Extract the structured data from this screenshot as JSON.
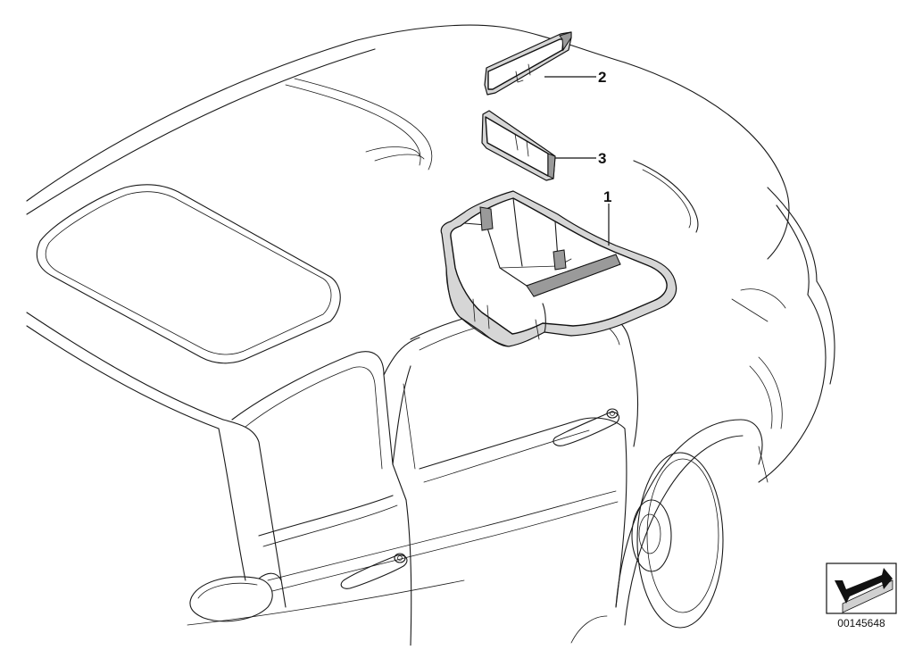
{
  "callouts": [
    {
      "id": "1",
      "label": "1"
    },
    {
      "id": "2",
      "label": "2"
    },
    {
      "id": "3",
      "label": "3"
    }
  ],
  "reference_number": "00145648",
  "icon": "arrow-direction-icon"
}
